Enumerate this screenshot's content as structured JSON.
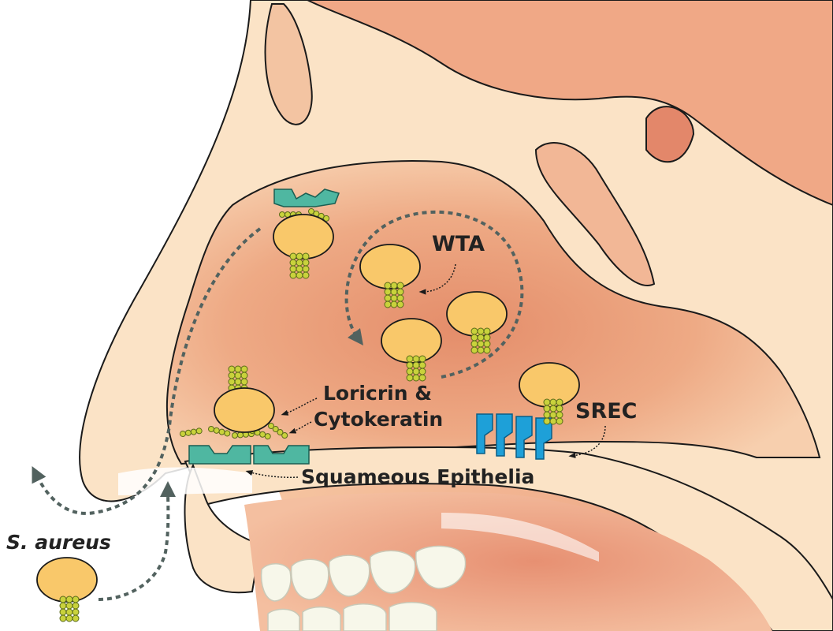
{
  "labels": {
    "wta": "WTA",
    "loricrin": "Loricrin &",
    "cytokeratin": "Cytokeratin",
    "srec": "SREC",
    "squameous": "Squameous Epithelia",
    "organism": "S. aureus"
  },
  "colors": {
    "skin_light": "#fbe3c6",
    "skin_mid": "#f1b68f",
    "skin_dark": "#e59374",
    "cavity": "#eaa07c",
    "bacterium": "#f9c86a",
    "wta_chain": "#c9d23c",
    "receptor_teal": "#4fb7a1",
    "srec_blue": "#1ea0d8",
    "arrow": "#52625f",
    "outline": "#1a1a1a"
  }
}
